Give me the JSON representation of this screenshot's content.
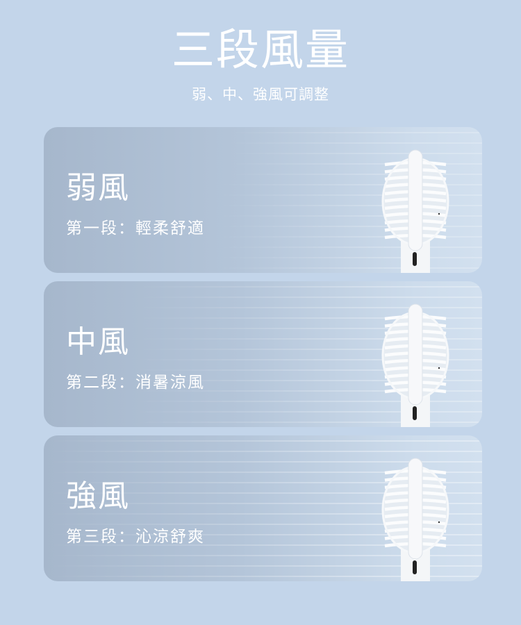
{
  "header": {
    "title": "三段風量",
    "subtitle": "弱、中、強風可調整"
  },
  "modes": [
    {
      "name": "弱風",
      "desc": "第一段：輕柔舒適",
      "wind_strength": 1
    },
    {
      "name": "中風",
      "desc": "第二段：消暑涼風",
      "wind_strength": 2
    },
    {
      "name": "強風",
      "desc": "第三段：沁涼舒爽",
      "wind_strength": 3
    }
  ],
  "colors": {
    "background": "#c3d5ea",
    "card_left": "#a6b7cc",
    "card_right": "#d2e0ef",
    "text": "#ffffff"
  }
}
